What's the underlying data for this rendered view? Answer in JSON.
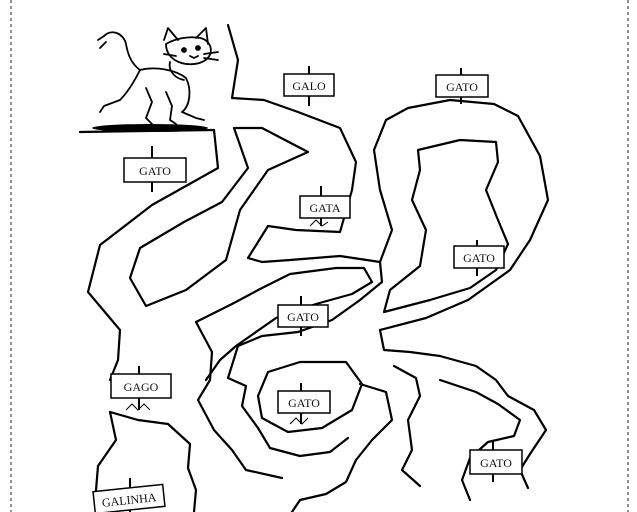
{
  "worksheet": {
    "character_icon": "cat-icon",
    "signs": [
      {
        "label": "GALO"
      },
      {
        "label": "GATO"
      },
      {
        "label": "GATO"
      },
      {
        "label": "GATA"
      },
      {
        "label": "GATO"
      },
      {
        "label": "GATO"
      },
      {
        "label": "GAGO"
      },
      {
        "label": "GATO"
      },
      {
        "label": "GATO"
      },
      {
        "label": "GALINHA"
      }
    ]
  }
}
